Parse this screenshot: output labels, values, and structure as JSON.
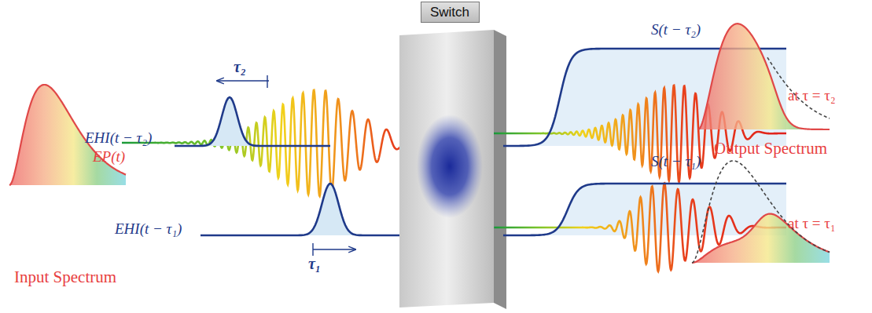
{
  "diagram": {
    "nodes": [
      {
        "text": [
          "Switch"
        ]
      }
    ],
    "labels": [
      "Input Spectrum",
      "Output Spectrum",
      "at τ = τ₂",
      "at τ = τ₁",
      "EHI(t − τ₂)",
      "EP(t)",
      "EHI(t − τ₁)",
      "S(t − τ₂)",
      "S(t − τ₁)",
      "τ₂",
      "τ₁"
    ]
  }
}
